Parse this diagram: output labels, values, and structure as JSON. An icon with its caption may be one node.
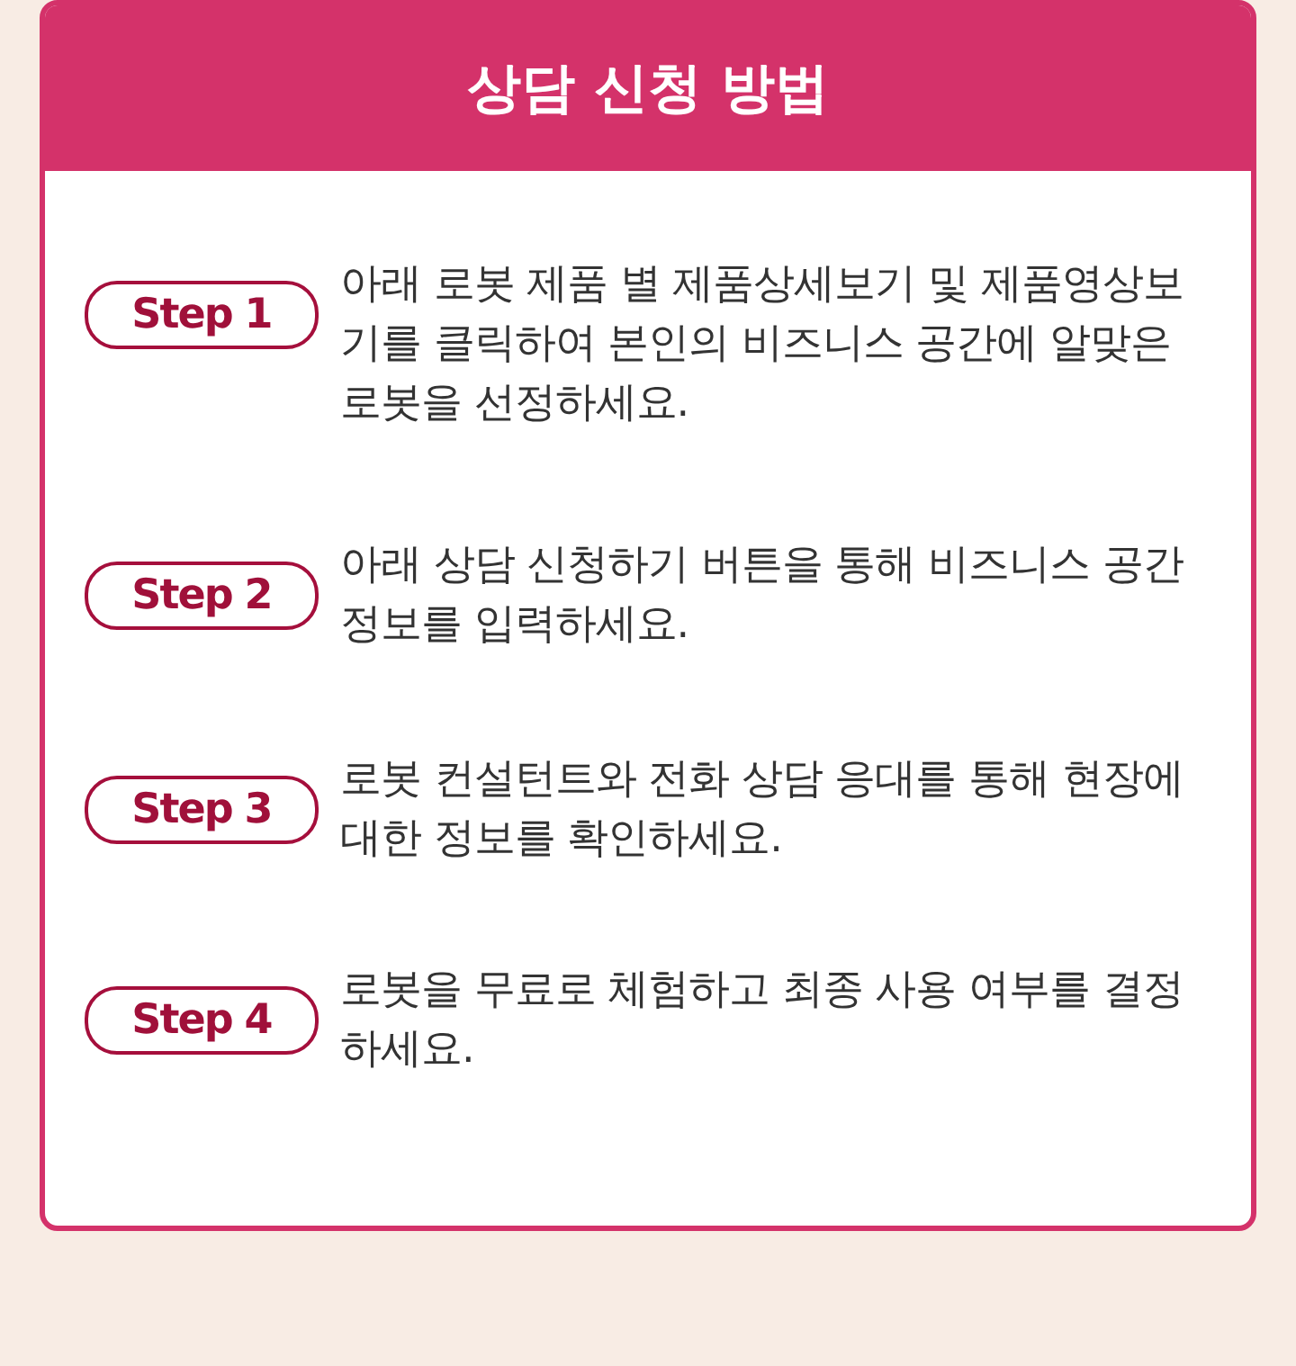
{
  "diagram": {
    "nodes": [
      {
        "text": [
          "상담 신청 방법"
        ]
      },
      {
        "text": [
          "Step 1"
        ],
        "in": 0,
        "beside": [
          "아래 로봇 제품 별 제품상세보기 및 제품영상보기를 클릭하여 본인의 비즈니스 공간에 알맞은 로봇을 선정하세요."
        ]
      },
      {
        "text": [
          "Step 2"
        ],
        "in": 0,
        "beside": [
          "아래 상담 신청하기 버튼을 통해 비즈니스 공간 정보를 입력하세요."
        ]
      },
      {
        "text": [
          "Step 3"
        ],
        "in": 0,
        "beside": [
          "로봇 컨설턴트와 전화 상담 응대를 통해 현장에 대한 정보를 확인하세요."
        ]
      },
      {
        "text": [
          "Step 4"
        ],
        "in": 0,
        "beside": [
          "로봇을 무료로 체험하고 최종 사용 여부를 결정하세요."
        ]
      }
    ]
  }
}
